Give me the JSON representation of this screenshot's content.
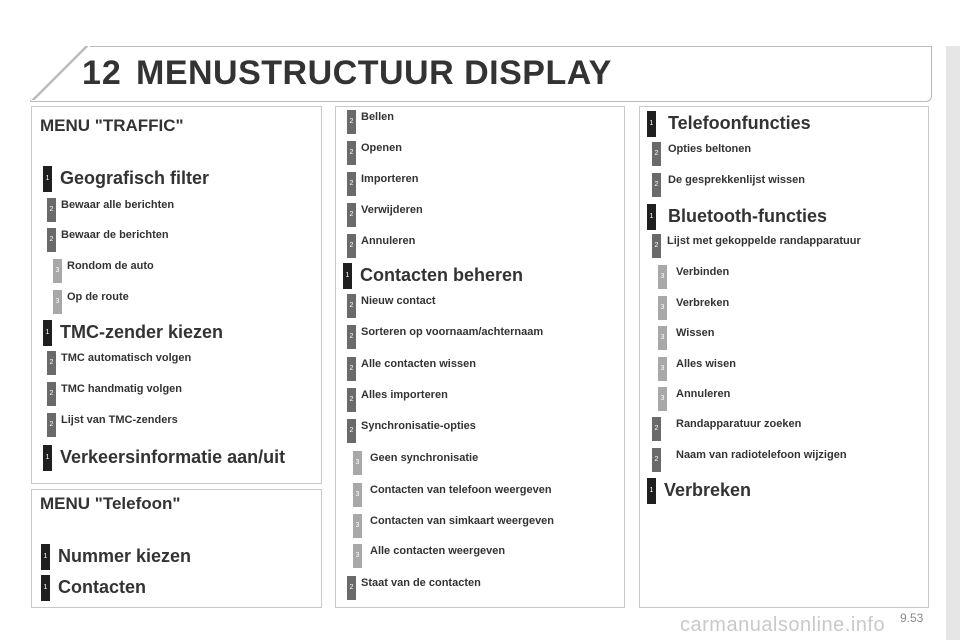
{
  "header": {
    "chapter_number": "12",
    "title": "MENUSTRUCTUUR DISPLAY"
  },
  "traffic": {
    "title": "MENU \"TRAFFIC\"",
    "items": [
      {
        "level": "1",
        "text": "Geografisch filter"
      },
      {
        "level": "2",
        "text": "Bewaar alle berichten"
      },
      {
        "level": "2",
        "text": "Bewaar de berichten"
      },
      {
        "level": "3",
        "text": "Rondom de auto"
      },
      {
        "level": "3",
        "text": "Op de route"
      },
      {
        "level": "1",
        "text": "TMC-zender kiezen"
      },
      {
        "level": "2",
        "text": "TMC automatisch volgen"
      },
      {
        "level": "2",
        "text": "TMC handmatig volgen"
      },
      {
        "level": "2",
        "text": "Lijst van TMC-zenders"
      },
      {
        "level": "1",
        "text": "Verkeersinformatie aan/uit"
      }
    ]
  },
  "telefoon": {
    "title": "MENU \"Telefoon\"",
    "items": [
      {
        "level": "1",
        "text": "Nummer kiezen"
      },
      {
        "level": "1",
        "text": "Contacten"
      }
    ]
  },
  "middle": {
    "items": [
      {
        "level": "2",
        "text": "Bellen"
      },
      {
        "level": "2",
        "text": "Openen"
      },
      {
        "level": "2",
        "text": "Importeren"
      },
      {
        "level": "2",
        "text": "Verwijderen"
      },
      {
        "level": "2",
        "text": "Annuleren"
      },
      {
        "level": "1",
        "text": "Contacten beheren"
      },
      {
        "level": "2",
        "text": "Nieuw contact"
      },
      {
        "level": "2",
        "text": "Sorteren op voornaam/achternaam"
      },
      {
        "level": "2",
        "text": "Alle contacten wissen"
      },
      {
        "level": "2",
        "text": "Alles importeren"
      },
      {
        "level": "2",
        "text": "Synchronisatie-opties"
      },
      {
        "level": "3",
        "text": "Geen synchronisatie"
      },
      {
        "level": "3",
        "text": "Contacten van telefoon weergeven"
      },
      {
        "level": "3",
        "text": "Contacten van simkaart weergeven"
      },
      {
        "level": "3",
        "text": "Alle contacten weergeven"
      },
      {
        "level": "2",
        "text": "Staat van de contacten"
      }
    ]
  },
  "right": {
    "items": [
      {
        "level": "1",
        "text": "Telefoonfuncties"
      },
      {
        "level": "2",
        "text": "Opties beltonen"
      },
      {
        "level": "2",
        "text": "De gesprekkenlijst wissen"
      },
      {
        "level": "1",
        "text": "Bluetooth-functies"
      },
      {
        "level": "2",
        "text": "Lijst met gekoppelde randapparatuur"
      },
      {
        "level": "3",
        "text": "Verbinden"
      },
      {
        "level": "3",
        "text": "Verbreken"
      },
      {
        "level": "3",
        "text": "Wissen"
      },
      {
        "level": "3",
        "text": "Alles wisen"
      },
      {
        "level": "3",
        "text": "Annuleren"
      },
      {
        "level": "2",
        "text": "Randapparatuur zoeken"
      },
      {
        "level": "2",
        "text": "Naam van radiotelefoon wijzigen"
      },
      {
        "level": "1",
        "text": "Verbreken"
      }
    ]
  },
  "footer": {
    "page_number": "9.53",
    "watermark": "carmanualsonline.info"
  }
}
